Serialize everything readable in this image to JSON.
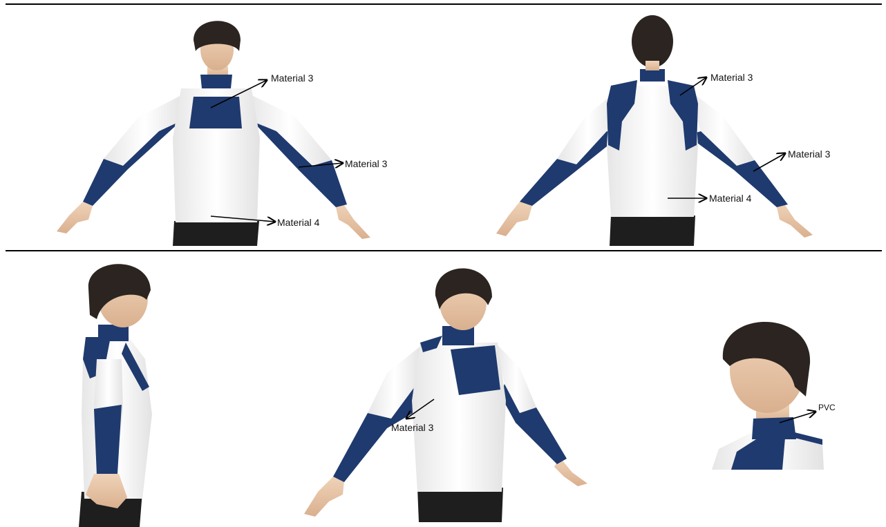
{
  "colors": {
    "navy": "#1f3a6e",
    "white_fabric": "#f4f4f4",
    "skin": "#e8c7a9",
    "hair": "#2b2420",
    "pants": "#1e1e1e",
    "rule": "#000000",
    "arrow": "#000000"
  },
  "panels": {
    "front": {
      "labels": [
        "Material 3",
        "Material 3",
        "Material 4"
      ]
    },
    "back": {
      "labels": [
        "Material 3",
        "Material 3",
        "Material 4"
      ]
    },
    "side": {
      "labels": []
    },
    "three_quarter": {
      "labels": [
        "Material 3"
      ]
    },
    "closeup": {
      "labels": [
        "PVC"
      ]
    }
  }
}
